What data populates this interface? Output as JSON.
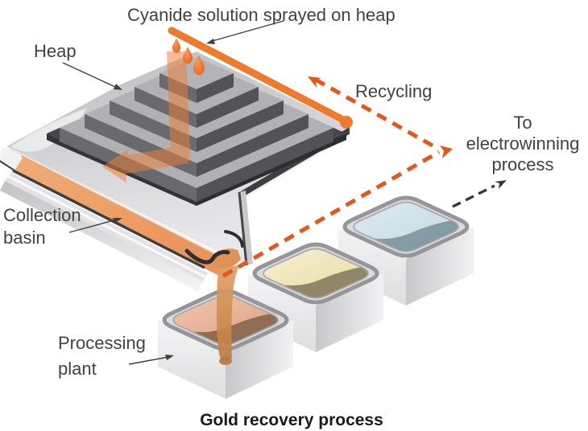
{
  "diagram": {
    "title": "Gold recovery process",
    "labels": {
      "cyanide": "Cyanide solution sprayed on heap",
      "heap": "Heap",
      "recycling": "Recycling",
      "to_electrowinning": [
        "To",
        "electrowinning",
        "process"
      ],
      "collection_basin": [
        "Collection",
        "basin"
      ],
      "processing_plant": [
        "Processing",
        "plant"
      ]
    },
    "colors": {
      "orange_dash": "#e8551b",
      "orange_rod": "#ed7b2e",
      "orange_liquid": "#efa26b",
      "heap_dark": "#525257",
      "heap_light": "#b1b1b4",
      "platform_gray": "#cdcdd0",
      "tank1_liquid": "#dfa58c",
      "tank1_sediment": "#8a6850",
      "tank2_liquid": "#eddfa8",
      "tank2_sediment": "#8d8164",
      "tank3_liquid": "#c9dfe5",
      "tank3_sediment": "#7e98a2",
      "black_arrow": "#3a3a3c",
      "label_text": "#414042",
      "title_text": "#1a1a1a"
    }
  }
}
